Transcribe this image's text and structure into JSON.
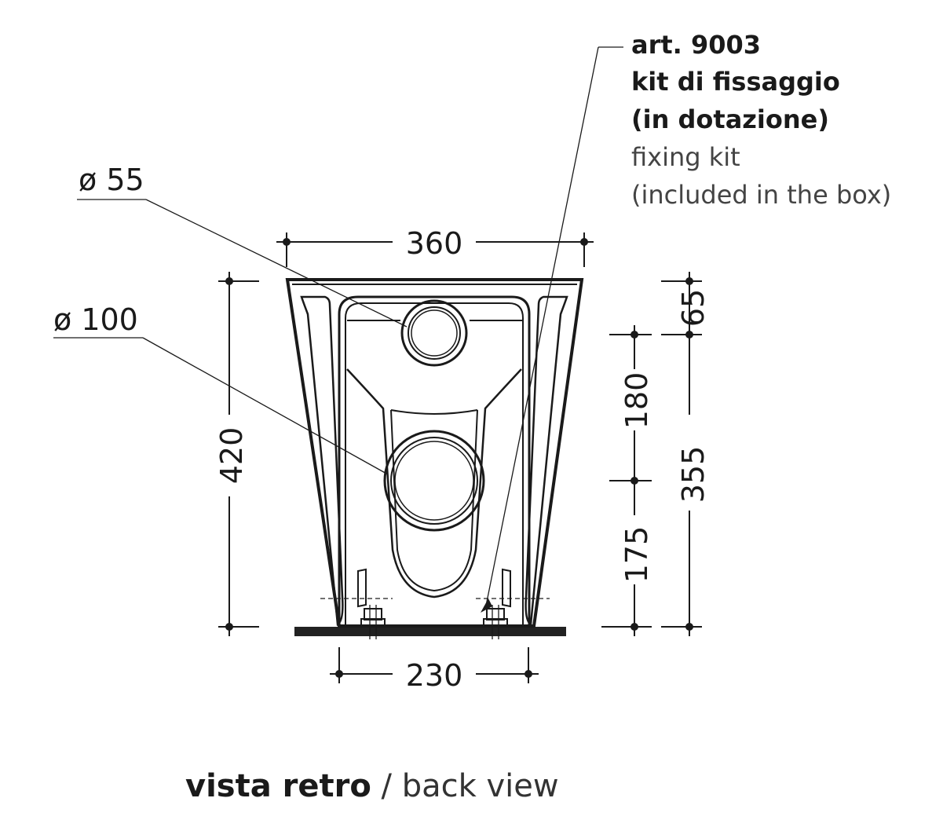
{
  "diagram": {
    "dimensions": {
      "top_width": "360",
      "base_width": "230",
      "height_total": "420",
      "upper_offset": "65",
      "height_to_top_outlet": "355",
      "outlet_spacing": "180",
      "lower_outlet_height": "175"
    },
    "outlets": {
      "small": "ø 55",
      "large": "ø 100"
    },
    "fixing_kit": {
      "article": "art. 9003",
      "name_it_line1": "kit di fissaggio",
      "name_it_line2": "(in dotazione)",
      "name_en_line1": "fixing kit",
      "name_en_line2": "(included in the box)"
    },
    "caption": {
      "italian": "vista retro",
      "separator": " / ",
      "english": "back view"
    }
  }
}
